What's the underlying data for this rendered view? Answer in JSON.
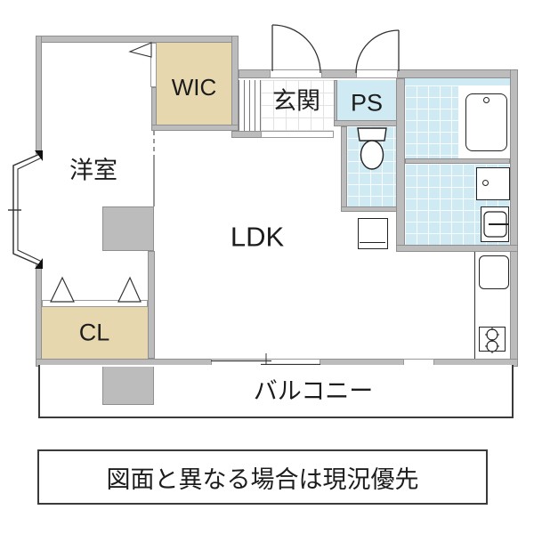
{
  "floorplan": {
    "rooms": {
      "western_room": {
        "label": "洋室"
      },
      "walk_in_closet": {
        "label": "WIC"
      },
      "entrance": {
        "label": "玄関"
      },
      "pipe_space": {
        "label": "PS"
      },
      "ldk": {
        "label": "LDK"
      },
      "closet": {
        "label": "CL"
      },
      "balcony": {
        "label": "バルコニー"
      }
    },
    "fixtures": [
      "bathtub-icon",
      "toilet-icon",
      "washbasin-icon",
      "washing-machine-icon",
      "kitchen-sink-icon",
      "stove-icon",
      "appliance-space",
      "bay-window",
      "entrance-door",
      "ps-door",
      "closet-folding-doors",
      "wic-door",
      "balcony-window"
    ],
    "colors": {
      "wall": "#bcbcbc",
      "wall_edge": "#8f8f8f",
      "storage_fill": "#e7d7ae",
      "wet_area_fill": "#cfeaf2",
      "line": "#222222",
      "background": "#ffffff"
    }
  },
  "note": {
    "text": "図面と異なる場合は現況優先"
  }
}
